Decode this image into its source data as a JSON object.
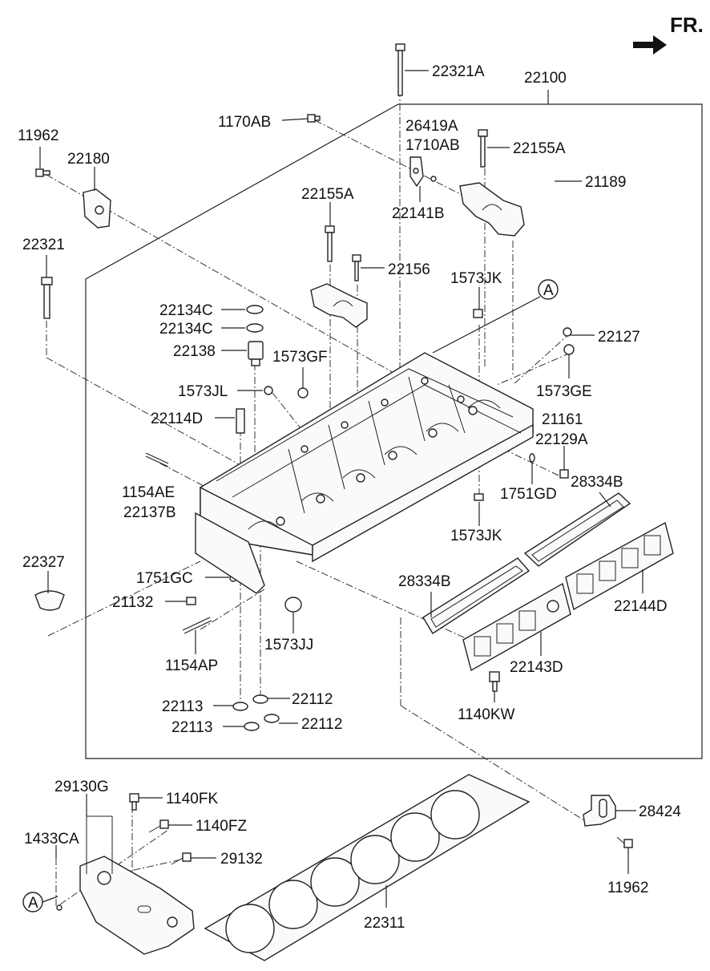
{
  "direction": {
    "label": "FR."
  },
  "ref_marker": "A",
  "part_labels": {
    "p22321A": "22321A",
    "p22100": "22100",
    "p1170AB": "1170AB",
    "p26419A": "26419A",
    "p1710AB": "1710AB",
    "p22155A_top": "22155A",
    "p11962_top": "11962",
    "p22180": "22180",
    "p21189": "21189",
    "p22141B": "22141B",
    "p22155A_mid": "22155A",
    "p22321": "22321",
    "p22156": "22156",
    "p1573JK_top": "1573JK",
    "p22134C_a": "22134C",
    "p22134C_b": "22134C",
    "p22127": "22127",
    "p22138": "22138",
    "p1573GF": "1573GF",
    "p1573GE": "1573GE",
    "p1573JL": "1573JL",
    "p22114D": "22114D",
    "p21161": "21161",
    "p22129A": "22129A",
    "p28334B_right": "28334B",
    "p1154AE": "1154AE",
    "p1751GD": "1751GD",
    "p22137B": "22137B",
    "p1573JK_bot": "1573JK",
    "p22327": "22327",
    "p28334B_left": "28334B",
    "p1751GC": "1751GC",
    "p22144D": "22144D",
    "p21132": "21132",
    "p1573JJ": "1573JJ",
    "p1154AP": "1154AP",
    "p22143D": "22143D",
    "p22113_a": "22113",
    "p22112_a": "22112",
    "p1140KW": "1140KW",
    "p22113_b": "22113",
    "p22112_b": "22112",
    "p29130G": "29130G",
    "p1140FK": "1140FK",
    "p1140FZ": "1140FZ",
    "p28424": "28424",
    "p1433CA": "1433CA",
    "p29132": "29132",
    "p11962_bot": "11962",
    "p22311": "22311"
  }
}
